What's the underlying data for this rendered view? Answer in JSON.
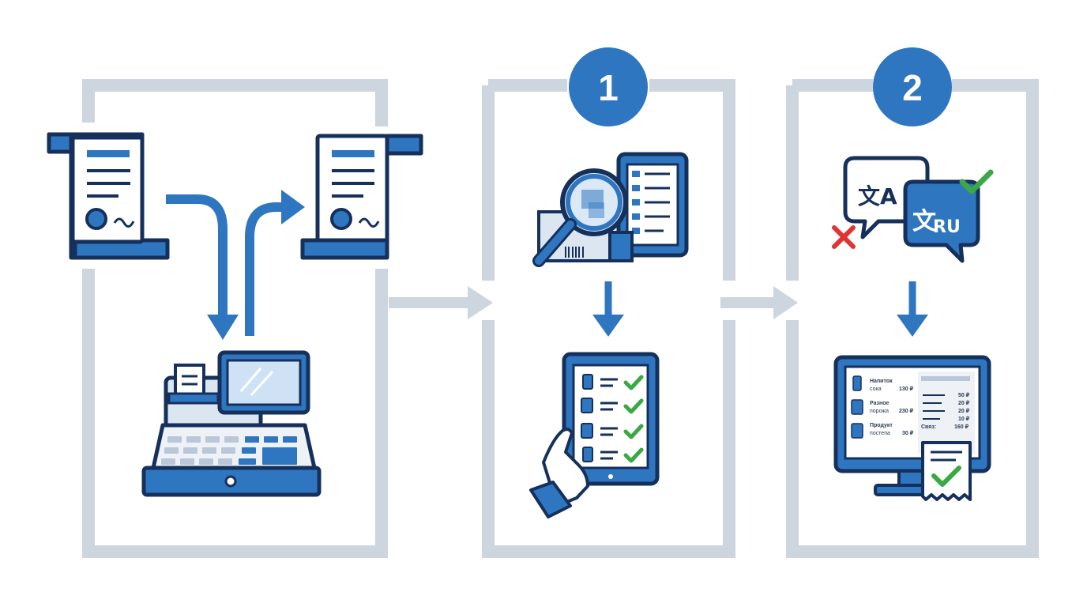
{
  "steps": [
    {
      "number": "1"
    },
    {
      "number": "2"
    }
  ],
  "translation": {
    "source_glyph": "文A",
    "target_glyph": "文",
    "target_code": "RU"
  },
  "receipt_screen": {
    "rows": [
      {
        "name_line1": "Напиток",
        "name_line2": "сока",
        "price": "130 ₽"
      },
      {
        "name_line1": "Разное",
        "name_line2": "порожа",
        "price": "230 ₽"
      },
      {
        "name_line1": "Продукт",
        "name_line2": "постепа",
        "price": "30 ₽"
      }
    ],
    "totals": [
      "50 ₽",
      "20 ₽",
      "20 ₽",
      "10 ₽"
    ],
    "total_label": "Связ:",
    "total_value": "160 ₽"
  },
  "colors": {
    "frame": "#cdd5de",
    "accent_blue": "#2f76c0",
    "outline": "#16305c",
    "check_green": "#3aa845",
    "cross_red": "#e03434"
  }
}
